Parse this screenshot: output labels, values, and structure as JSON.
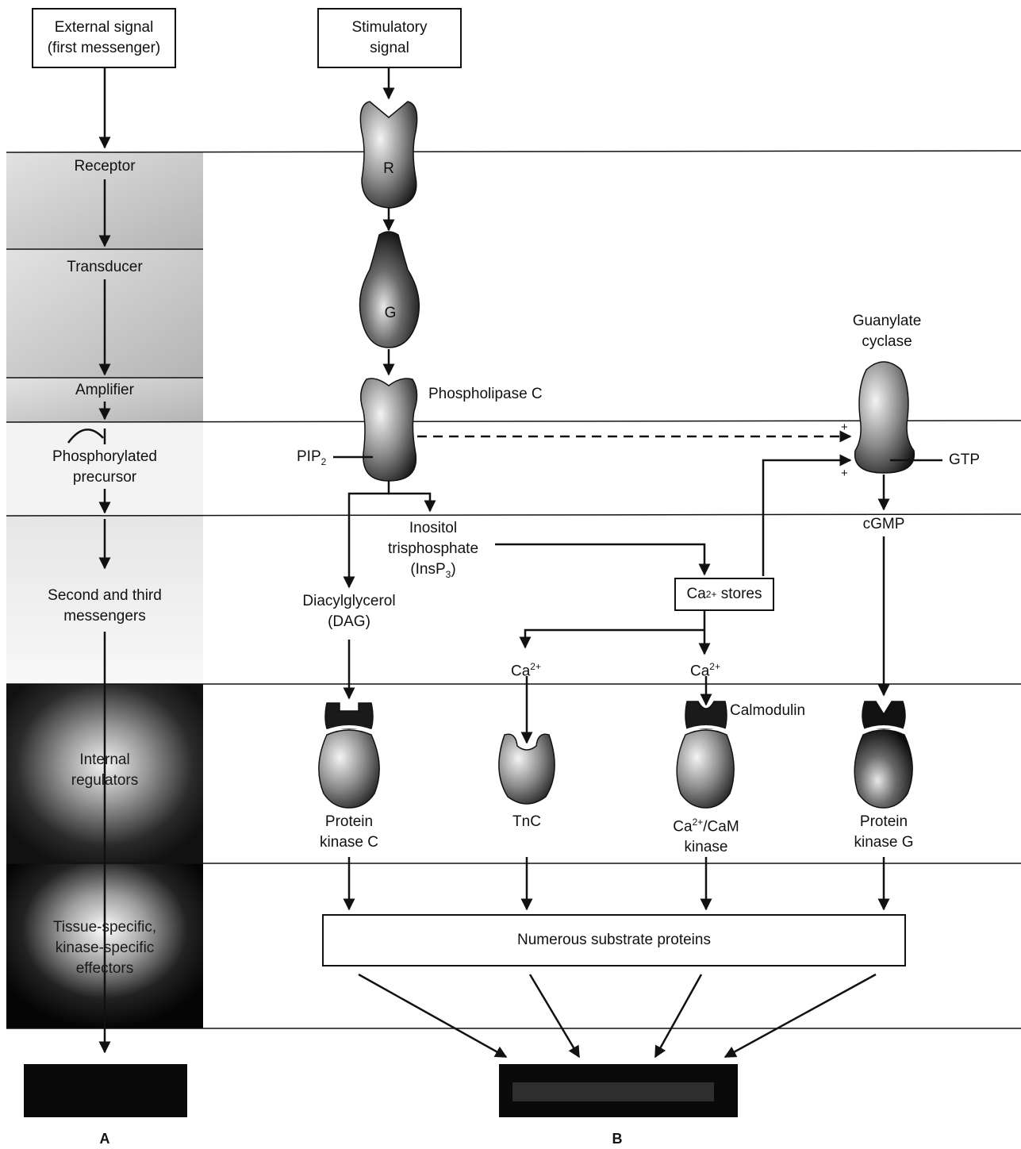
{
  "column_a": {
    "top_box": [
      "External signal",
      "(first messenger)"
    ],
    "levels": {
      "receptor": "Receptor",
      "transducer": "Transducer",
      "amplifier": "Amplifier",
      "phosphorylated_precursor": [
        "Phosphorylated",
        "precursor"
      ],
      "messengers": [
        "Second and third",
        "messengers"
      ],
      "internal_regulators": [
        "Internal",
        "regulators"
      ],
      "effectors": [
        "Tissue-specific,",
        "kinase-specific",
        "effectors"
      ]
    },
    "panel_label": "A"
  },
  "column_b": {
    "top_box": [
      "Stimulatory",
      "signal"
    ],
    "receptor_letter": "R",
    "g_protein_letter": "G",
    "phospholipase": "Phospholipase C",
    "pip2": "PIP",
    "pip2_sub": "2",
    "guanylate_cyclase": [
      "Guanylate",
      "cyclase"
    ],
    "gtp": "GTP",
    "cgmp": "cGMP",
    "inositol": [
      "Inositol",
      "trisphosphate"
    ],
    "insp3_prefix": "(InsP",
    "insp3_sub": "3",
    "insp3_suffix": ")",
    "dag": [
      "Diacylglycerol",
      "(DAG)"
    ],
    "ca_stores_prefix": "Ca",
    "ca_stores_sup": "2+",
    "ca_stores_suffix": " stores",
    "ca_ion": "Ca",
    "ca_ion_sup": "2+",
    "calmodulin": "Calmodulin",
    "kinases": {
      "pkc": [
        "Protein",
        "kinase C"
      ],
      "tnc": "TnC",
      "camk_prefix": "Ca",
      "camk_sup": "2+",
      "camk_suffix": "/CaM",
      "camk_line2": "kinase",
      "pkg": [
        "Protein",
        "kinase G"
      ]
    },
    "plus_sign": "+",
    "substrates": "Numerous substrate proteins",
    "panel_label": "B"
  }
}
